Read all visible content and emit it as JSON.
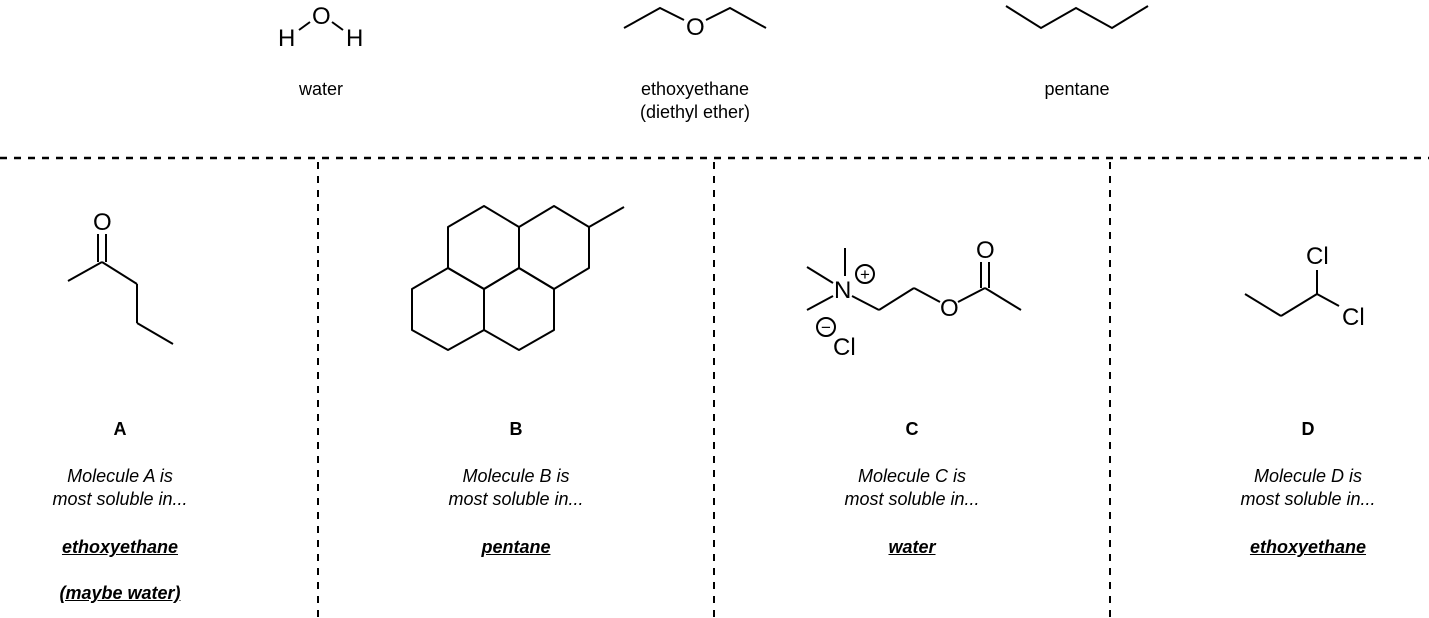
{
  "solvents": [
    {
      "name": "water",
      "subname": "",
      "atoms": [
        "H",
        "O",
        "H"
      ]
    },
    {
      "name": "ethoxyethane",
      "subname": "(diethyl ether)",
      "atoms": [
        "O"
      ]
    },
    {
      "name": "pentane",
      "subname": "",
      "atoms": []
    }
  ],
  "molecules": [
    {
      "letter": "A",
      "question_line1": "Molecule A is",
      "question_line2": "most soluble in...",
      "answer": "ethoxyethane",
      "note": "(maybe water)",
      "atoms": [
        "O"
      ]
    },
    {
      "letter": "B",
      "question_line1": "Molecule B is",
      "question_line2": "most soluble in...",
      "answer": "pentane",
      "note": "",
      "atoms": []
    },
    {
      "letter": "C",
      "question_line1": "Molecule C is",
      "question_line2": "most soluble in...",
      "answer": "water",
      "note": "",
      "atoms": [
        "N",
        "O",
        "O",
        "Cl"
      ],
      "charges": [
        "+",
        "−"
      ]
    },
    {
      "letter": "D",
      "question_line1": "Molecule D is",
      "question_line2": "most soluble in...",
      "answer": "ethoxyethane",
      "note": "",
      "atoms": [
        "Cl",
        "Cl"
      ]
    }
  ]
}
